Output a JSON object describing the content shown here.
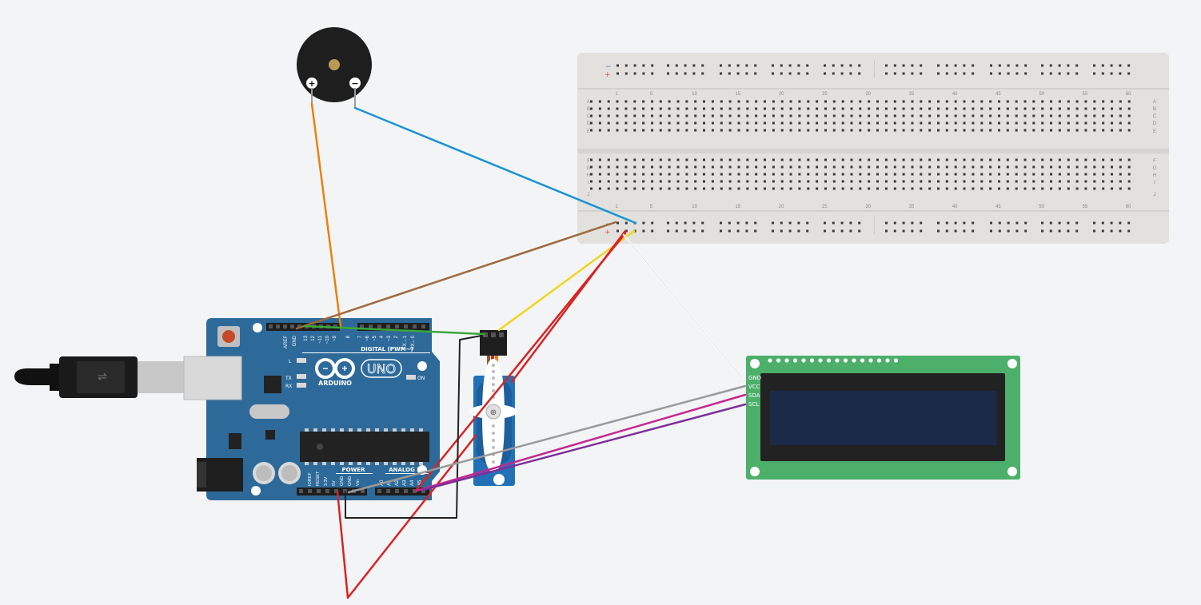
{
  "breadboard": {
    "column_labels": [
      "1",
      "5",
      "10",
      "15",
      "20",
      "25",
      "30",
      "35",
      "40",
      "45",
      "50",
      "55",
      "60"
    ],
    "row_labels_top": [
      "A",
      "B",
      "C",
      "D",
      "E"
    ],
    "row_labels_bottom": [
      "F",
      "G",
      "H",
      "I",
      "J"
    ],
    "rail_minus": "−",
    "rail_plus": "+"
  },
  "buzzer": {
    "plus_label": "+",
    "minus_label": "−"
  },
  "arduino": {
    "logo_text": "ARDUINO",
    "model_text": "UNO",
    "digital_label": "DIGITAL (PWM~)",
    "power_label": "POWER",
    "analog_label": "ANALOG IN",
    "led_l": "L",
    "led_tx": "TX",
    "led_rx": "RX",
    "led_on": "ON",
    "digital_pins": [
      "AREF",
      "GND",
      "13",
      "12",
      "~11",
      "~10",
      "~9",
      "8",
      "7",
      "~6",
      "~5",
      "4",
      "~3",
      "2",
      "TX→1",
      "RX←0"
    ],
    "power_pins": [
      "IOREF",
      "RESET",
      "3.3V",
      "5V",
      "GND",
      "GND",
      "Vin"
    ],
    "analog_pins": [
      "A0",
      "A1",
      "A2",
      "A3",
      "A4",
      "A5"
    ]
  },
  "lcd": {
    "pin_labels": [
      "GND",
      "VCC",
      "SDA",
      "SCL"
    ]
  },
  "colors": {
    "background": "#f3f4f6",
    "breadboard": "#e3e1de",
    "arduino_board": "#2d6a9a",
    "lcd_board": "#4caf6a",
    "lcd_screen": "#1c2a4a",
    "servo_body": "#2271b8",
    "wire_orange": "#e8820c",
    "wire_blue": "#1a93d1",
    "wire_brown": "#a0693c",
    "wire_green": "#3aa83a",
    "wire_yellow": "#f2d41a",
    "wire_red": "#d92323",
    "wire_white": "#ffffff",
    "wire_gray": "#9a9a9a",
    "wire_magenta": "#c2288f",
    "wire_purple": "#7b2f9a",
    "wire_black": "#222222"
  },
  "icons": [
    "usb-cable-icon",
    "servo-horn-icon",
    "buzzer-icon"
  ]
}
